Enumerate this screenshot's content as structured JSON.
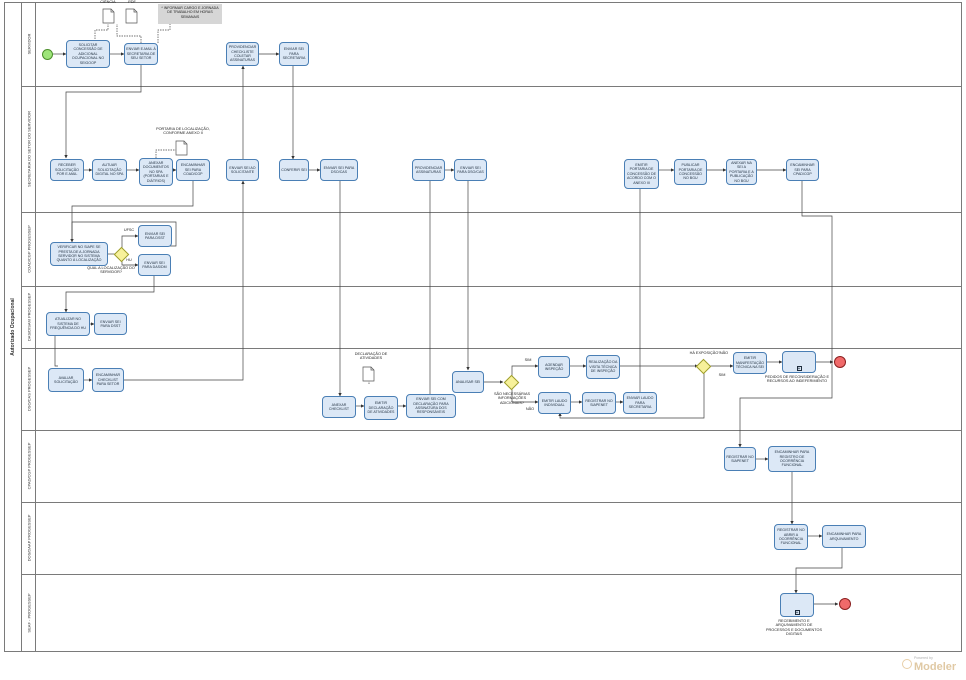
{
  "pool": {
    "title": "Autorizado Ocupacional"
  },
  "lanes": [
    "SERVIDOR",
    "SECRETARIA DO SETOR DO SERVIDOR",
    "COAD/CGP PROGESSEP",
    "DAS/DISAM PROGESSEP",
    "DSO/CAS PROGESSEP",
    "CPAD/CGP PROGESSEP",
    "DOS/DAAP PROGESSEP",
    "SEAF - PROGESSEP"
  ],
  "tasks": {
    "solicitar": "SOLICITAR CONCESSÃO DE ADICIONAL OCUPACIONAL NO SEIGOOP",
    "enviar_email": "ENVIAR E-MAIL À SECRETARIA DE SEU SETOR",
    "providenciar_checklist": "PROVIDENCIAR CHECKLISTE COLETAR ASSINATURAS",
    "enviar_sei_secretaria": "ENVIAR SEI PARA SECRETARIA",
    "receber": "RECEBER SOLICITAÇÃO POR E-MAIL",
    "autuar": "AUTUAR SOLICITAÇÃO DIGITAL NO SPA",
    "anexar": "ANEXAR DOCUMENTOS NO SPA (PORTARIAS E DIÁTRIOS)",
    "encaminhar_coad": "ENCAMINHAR SEI PARA COAD/CGP",
    "enviar_solicitante": "ENVIAR SEI AO SOLICITANTE",
    "conferir": "CONFERIR SEI",
    "enviar_dso": "ENVIAR SEI PARA DSO/CAS",
    "providenciar_assinaturas": "PROVIDENCIAR ASSINATURAS",
    "enviar_dso2": "ENVIAR SEI PARA DSO/CAS",
    "emitir_portaria": "EMITIR PORTARIA DE CONCESSÃO DE ACORDO COM O ANEXO III",
    "publicar_portaria": "PUBLICAR PORTARIA DE CONCESSÃO NO BGU",
    "anexar_portaria": "ANEXAR NA SEI A PORTARIA E A PUBLICAÇÃO NO BGU",
    "encaminhar_cpad": "ENCAMINHAR SEI PARA CPAD/CGP",
    "verificar_siape": "VERIFICAR NO SIAPE SE PRESTA DE A JORNADA SERVIDOR NO SISTEMA QUANTO À LOCALIZAÇÃO",
    "enviar_dsst": "ENVIAR SEI PARA DSST",
    "enviar_dasm": "ENVIAR SEI PARA DAS/DM",
    "atualizar": "ATUALIZAR NO SISTEMA DE FREQUÊNCIA DO HU",
    "enviar_dsst2": "ENVIAR SEI PARA DSST",
    "avaliar": "AVALIAR SOLICITAÇÃO",
    "encaminhar_checklist": "ENCAMINHAR CHECKLIST PARA SETOR",
    "analisar": "ANALISAR SEI",
    "agendar": "AGENDAR INSPEÇÃO",
    "realizacao": "REALIZAÇÃO DA VISITA TÉCNICA DE INSPEÇÃO",
    "emitir_laudo": "EMITIR LAUDO INDIVIDUAL",
    "registrar_siapenet": "REGISTRAR NO SIAPENET",
    "enviar_laudo": "ENVIAR LAUDO PARA SECRETARIA",
    "emitir_manifestacao": "EMITIR MANIFESTAÇÃO TÉCNICA NA SEI",
    "pedido_reconsideracao": "",
    "anexar_checklist": "ANEXAR CHECKLIST",
    "emitir_declaracao": "EMITIR DECLARAÇÃO DE ATIVIDADES",
    "enviar_sei_declaracao": "ENVIAR SEI COM DECLARAÇÃO PARA ASSINATURA DOS RESPONSÁVEIS",
    "registrar_siapenet2": "REGISTRAR NO SIAPENET",
    "encaminhar_registro": "ENCAMINHAR PARA REGISTRO DE OCORRÊNCIA FUNCIONAL",
    "registrar_abrir": "REGISTRAR NO ABRIR A OCORRÊNCIA FUNCIONAL",
    "encaminhar_arquivamento": "ENCAMINHAR PARA ARQUIVAMENTO",
    "recebimento": ""
  },
  "labels": {
    "ciencia": "CIÊNCIA",
    "pdf": "PDF",
    "annotation": "* INFORMAR CARGO E JORNADA DE TRABALHO EM HORAS SEMANAIS",
    "portaria_localizacao": "PORTARIA DE LOCALIZAÇÃO, CONFORME ANEXO II",
    "declaracao_atividades": "DECLARAÇÃO DE ATIVIDADES",
    "qual_localizacao": "QUAL A LOCALIZAÇÃO DO SERVIDOR?",
    "ufsc": "UFSC",
    "hu": "HU",
    "sim1": "SIM",
    "nao1": "NÃO",
    "sao_necessarias": "SÃO NECESSÁRIAS INFORMAÇÕES ADICIONAIS?",
    "ha_exposicao": "HÁ EXPOSIÇÃO?",
    "nao2": "NÃO",
    "sim2": "SIM",
    "pedidos_reconsideracao": "PEDIDOS DE RECONSIDERAÇÃO E RECURSOS AO INDEFERIMENTO",
    "recebimento_arquivamento": "RECEBIMENTO E ARQUIVAMENTO DE PROCESSOS E DOCUMENTOS DIGITAIS"
  },
  "logo": {
    "small": "Powered by",
    "big": "Modeler"
  },
  "colors": {
    "task_fill": "#dce8f6",
    "task_border": "#4a7fb5",
    "start": "#9ee57a",
    "end": "#f06a6a",
    "gateway": "#f7f19a"
  }
}
